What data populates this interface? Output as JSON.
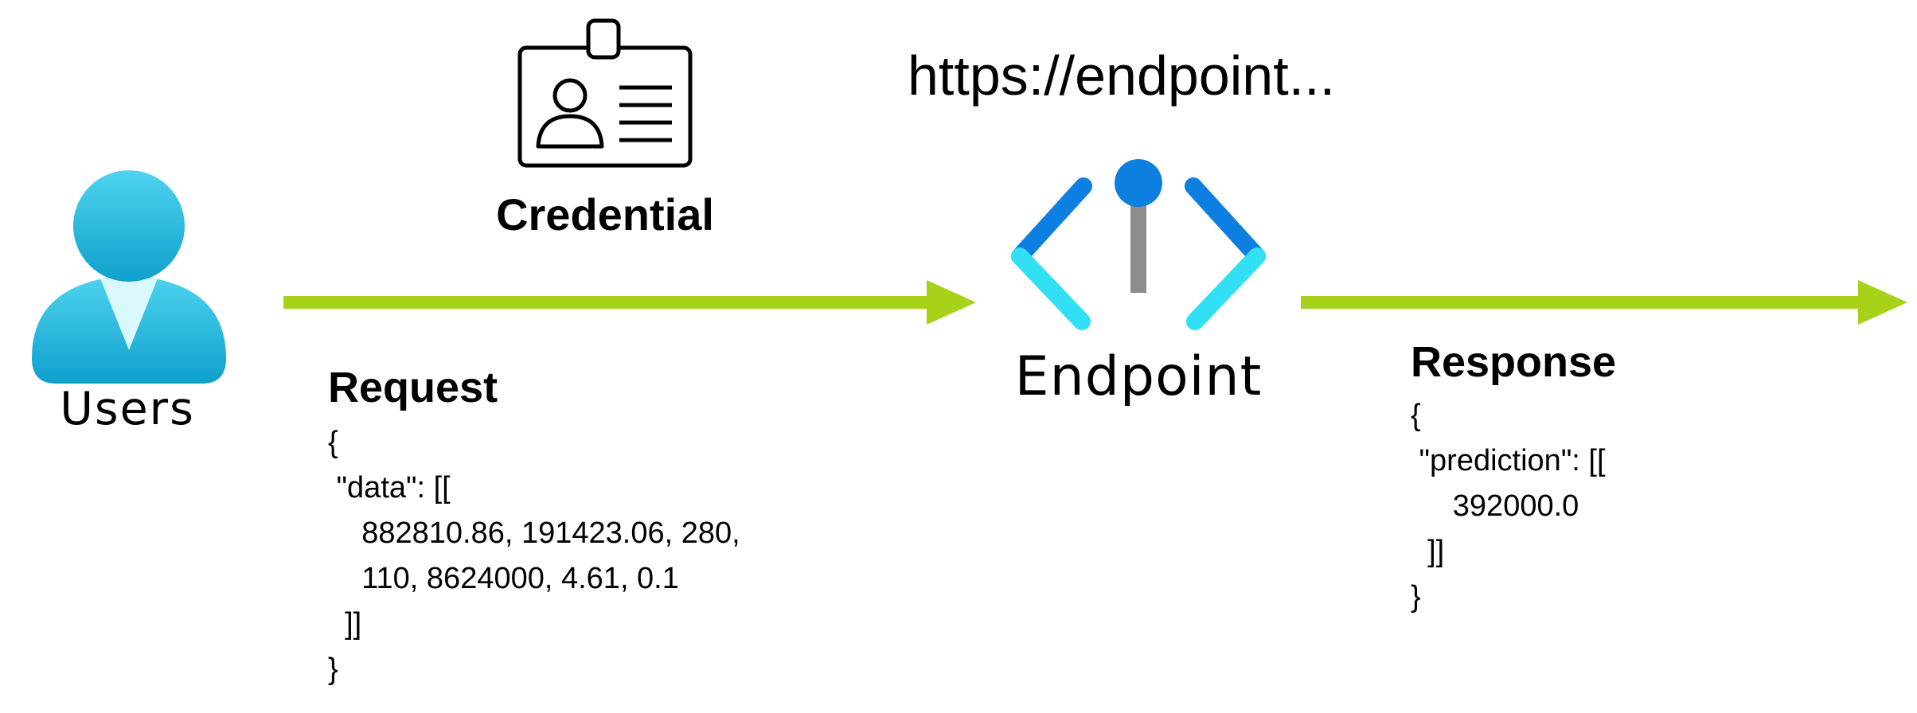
{
  "actors": {
    "users_label": "Users",
    "credential_label": "Credential",
    "endpoint_label": "Endpoint",
    "endpoint_url": "https://endpoint..."
  },
  "request": {
    "title": "Request",
    "lines": [
      "{",
      " \"data\": [[",
      "    882810.86, 191423.06, 280,",
      "    110, 8624000, 4.61, 0.1",
      "  ]]",
      "}"
    ]
  },
  "response": {
    "title": "Response",
    "lines": [
      "{",
      " \"prediction\": [[",
      "     392000.0",
      "  ]]",
      "}"
    ]
  },
  "colors": {
    "arrow": "#a8d11a",
    "user_icon_top": "#4fd3ef",
    "user_icon_bottom": "#0fa0cc",
    "endpoint_dark_blue": "#0d7fe0",
    "endpoint_light_cyan": "#32e0f5",
    "endpoint_stem": "#8c8c8c"
  },
  "icons": {
    "users": "user-icon",
    "credential": "id-badge-icon",
    "endpoint": "endpoint-brackets-icon"
  }
}
